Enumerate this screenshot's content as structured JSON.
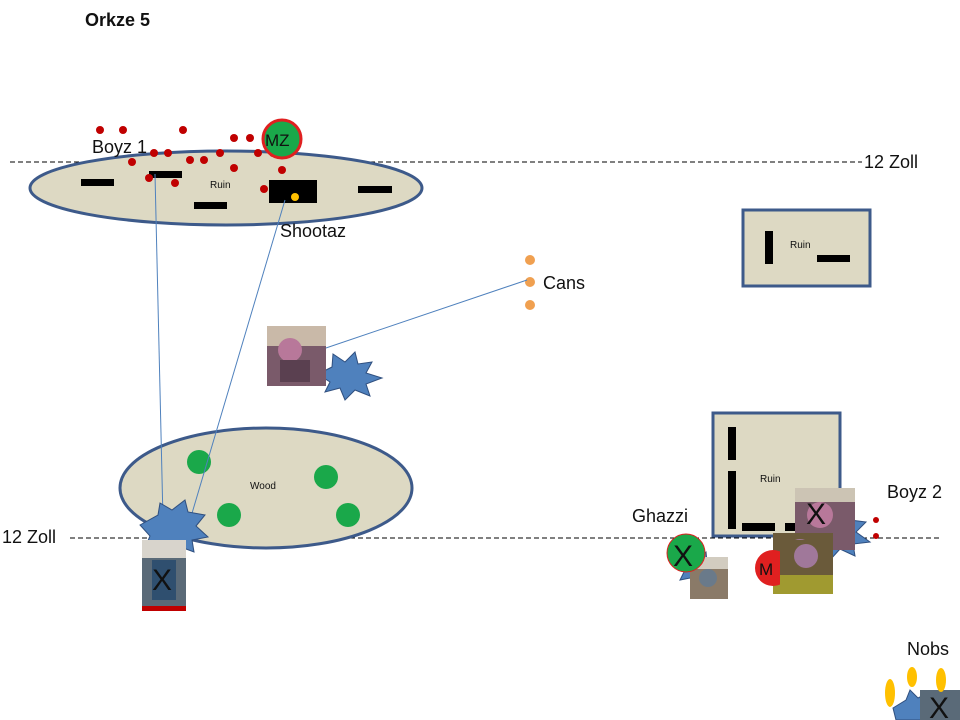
{
  "title": "Orkze 5",
  "lines": {
    "top_label": "12  Zoll",
    "bottom_label": "12 Zoll"
  },
  "terrain": {
    "ruin_top_left": "Ruin",
    "ruin_right_small": "Ruin",
    "ruin_right_large": "Ruin",
    "wood": "Wood"
  },
  "units": {
    "boyz1": "Boyz 1",
    "mz": "MZ",
    "shootaz": "Shootaz",
    "cans": "Cans",
    "ghazzi": "Ghazzi",
    "boyz2": "Boyz 2",
    "nobs": "Nobs",
    "m_token": "M"
  },
  "markers": {
    "casualty": "X"
  },
  "colors": {
    "terrain_fill": "#ddd9c3",
    "terrain_stroke": "#3d5a8a",
    "ork_model": "#c00000",
    "wood_tree": "#1aa84a",
    "can_model": "#f0a050",
    "blast": "#4f81bd",
    "casualty_x": "#ff2020",
    "mz_ring": "#e02020"
  }
}
